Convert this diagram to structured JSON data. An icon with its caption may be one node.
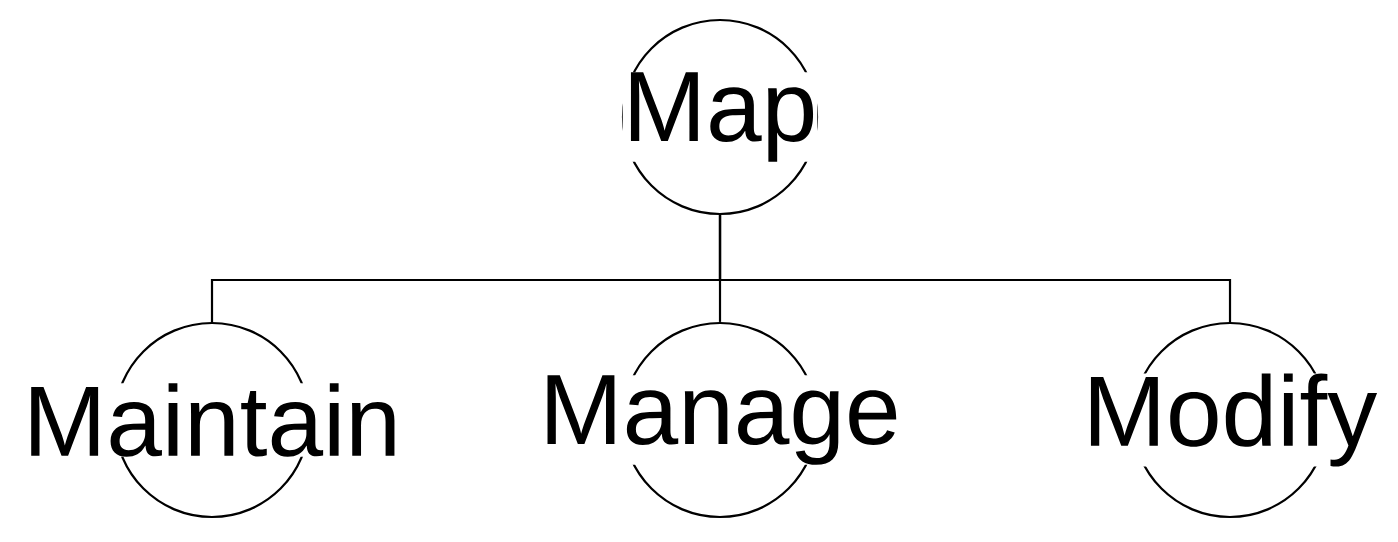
{
  "diagram": {
    "nodes": [
      {
        "text": [
          "Map"
        ]
      },
      {
        "text": [
          "Maintain"
        ]
      },
      {
        "text": [
          "Manage"
        ]
      },
      {
        "text": [
          "Modify"
        ]
      }
    ],
    "edges": [
      {
        "from": 0,
        "to": 1,
        "arrow": "none"
      },
      {
        "from": 0,
        "to": 2,
        "arrow": "none"
      },
      {
        "from": 0,
        "to": 3,
        "arrow": "none"
      }
    ]
  }
}
